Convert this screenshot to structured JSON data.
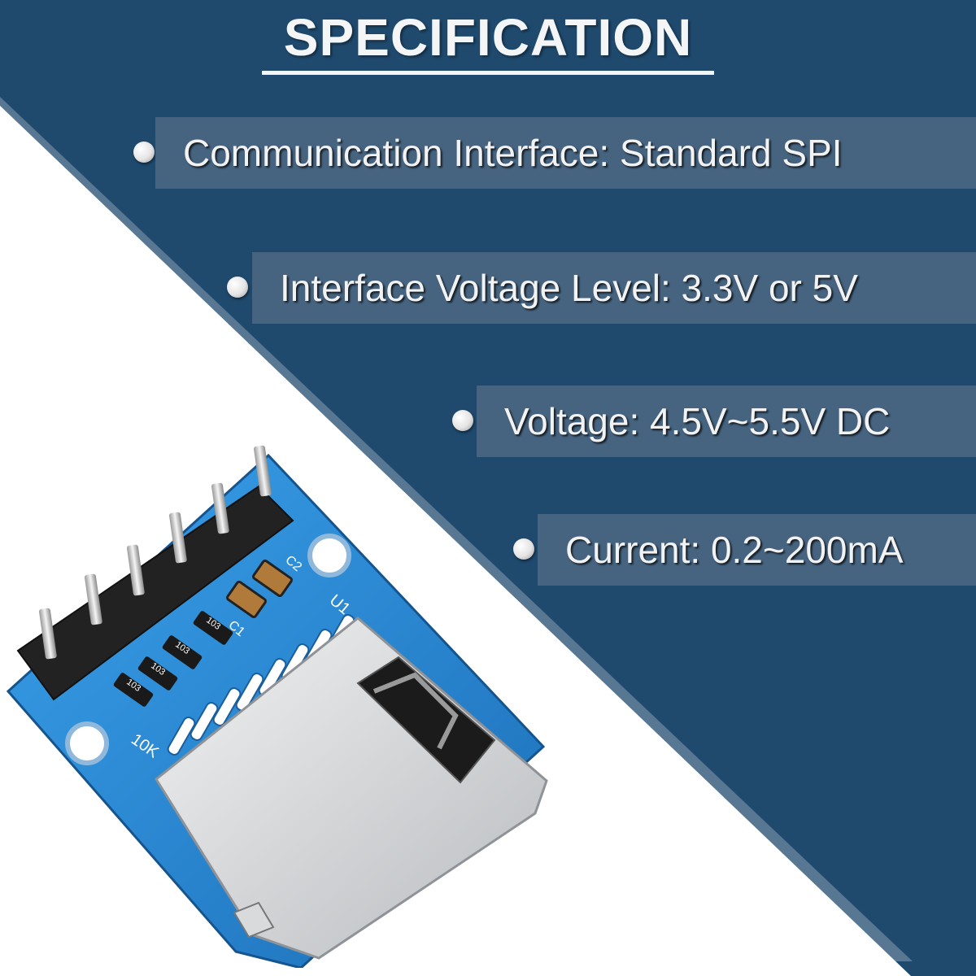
{
  "title": "SPECIFICATION",
  "specs": [
    "Communication Interface: Standard SPI",
    "Interface Voltage Level: 3.3V or 5V",
    "Voltage: 4.5V~5.5V DC",
    "Current: 0.2~200mA"
  ],
  "board": {
    "labels": [
      "U1",
      "C2",
      "C1",
      "103",
      "103",
      "103",
      "103",
      "10K"
    ]
  },
  "colors": {
    "background": "#1f4a6e",
    "panel": "#4e6984",
    "board": "#2d8fd8",
    "text": "#f2f2f2"
  }
}
